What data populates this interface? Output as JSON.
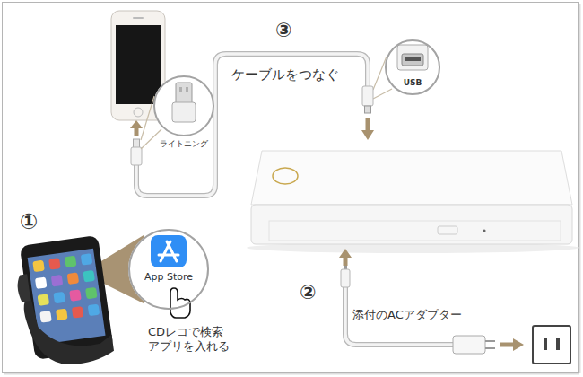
{
  "diagram": {
    "nodes": [
      {
        "text": [
          "ライトニング"
        ]
      },
      {
        "text": [
          "USB"
        ]
      },
      {
        "text": [
          "App Store"
        ]
      }
    ],
    "labels": [
      "③",
      "ケーブルをつなぐ",
      "②",
      "添付のACアダプター",
      "①",
      "CDレコで検索 アプリを入れる"
    ]
  }
}
